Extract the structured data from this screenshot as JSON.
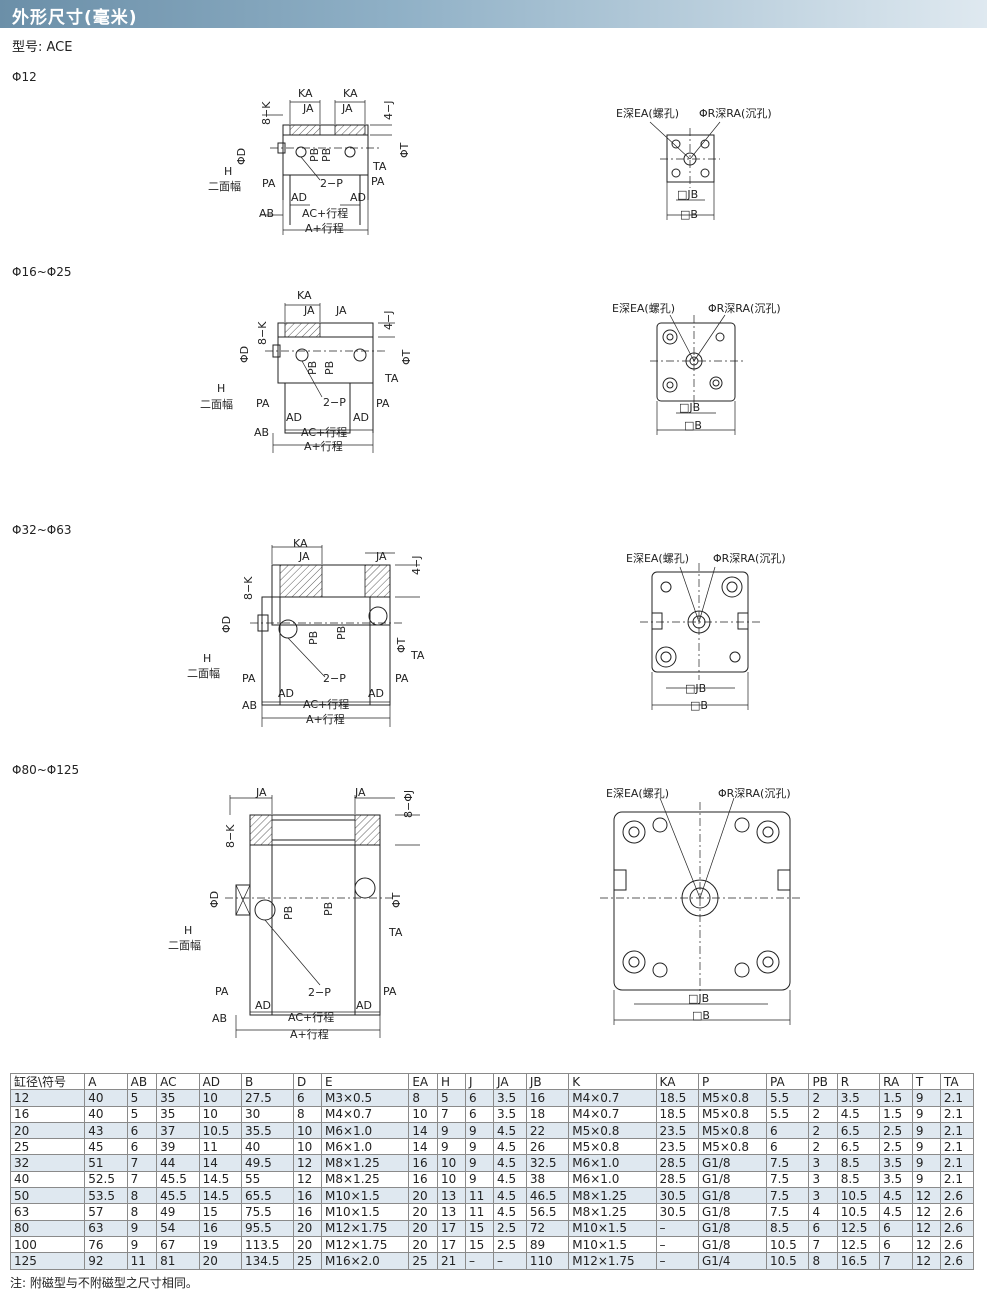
{
  "header": {
    "title": "外形尺寸(毫米)"
  },
  "model": {
    "text": "型号: ACE"
  },
  "sections": [
    {
      "label": "Φ12"
    },
    {
      "label": "Φ16~Φ25"
    },
    {
      "label": "Φ32~Φ63"
    },
    {
      "label": "Φ80~Φ125"
    }
  ],
  "labels": {
    "KA": "KA",
    "JA": "JA",
    "K": "8−K",
    "J": "4−J",
    "J8": "8−ΦJ",
    "D": "ΦD",
    "T": "ΦT",
    "PB": "PB",
    "TA": "TA",
    "H": "H",
    "face": "二面幅",
    "PA": "PA",
    "P": "2−P",
    "AD": "AD",
    "AB": "AB",
    "AC": "AC+行程",
    "A": "A+行程",
    "EA": "E深EA(螺孔)",
    "RA": "ΦR深RA(沉孔)",
    "JB": "□JB",
    "B": "□B"
  },
  "table": {
    "headers": [
      "缸径\\符号",
      "A",
      "AB",
      "AC",
      "AD",
      "B",
      "D",
      "E",
      "EA",
      "H",
      "J",
      "JA",
      "JB",
      "K",
      "KA",
      "P",
      "PA",
      "PB",
      "R",
      "RA",
      "T",
      "TA"
    ],
    "rows": [
      [
        "12",
        "40",
        "5",
        "35",
        "10",
        "27.5",
        "6",
        "M3×0.5",
        "8",
        "5",
        "6",
        "3.5",
        "16",
        "M4×0.7",
        "18.5",
        "M5×0.8",
        "5.5",
        "2",
        "3.5",
        "1.5",
        "9",
        "2.1"
      ],
      [
        "16",
        "40",
        "5",
        "35",
        "10",
        "30",
        "8",
        "M4×0.7",
        "10",
        "7",
        "6",
        "3.5",
        "18",
        "M4×0.7",
        "18.5",
        "M5×0.8",
        "5.5",
        "2",
        "4.5",
        "1.5",
        "9",
        "2.1"
      ],
      [
        "20",
        "43",
        "6",
        "37",
        "10.5",
        "35.5",
        "10",
        "M6×1.0",
        "14",
        "9",
        "9",
        "4.5",
        "22",
        "M5×0.8",
        "23.5",
        "M5×0.8",
        "6",
        "2",
        "6.5",
        "2.5",
        "9",
        "2.1"
      ],
      [
        "25",
        "45",
        "6",
        "39",
        "11",
        "40",
        "10",
        "M6×1.0",
        "14",
        "9",
        "9",
        "4.5",
        "26",
        "M5×0.8",
        "23.5",
        "M5×0.8",
        "6",
        "2",
        "6.5",
        "2.5",
        "9",
        "2.1"
      ],
      [
        "32",
        "51",
        "7",
        "44",
        "14",
        "49.5",
        "12",
        "M8×1.25",
        "16",
        "10",
        "9",
        "4.5",
        "32.5",
        "M6×1.0",
        "28.5",
        "G1/8",
        "7.5",
        "3",
        "8.5",
        "3.5",
        "9",
        "2.1"
      ],
      [
        "40",
        "52.5",
        "7",
        "45.5",
        "14.5",
        "55",
        "12",
        "M8×1.25",
        "16",
        "10",
        "9",
        "4.5",
        "38",
        "M6×1.0",
        "28.5",
        "G1/8",
        "7.5",
        "3",
        "8.5",
        "3.5",
        "9",
        "2.1"
      ],
      [
        "50",
        "53.5",
        "8",
        "45.5",
        "14.5",
        "65.5",
        "16",
        "M10×1.5",
        "20",
        "13",
        "11",
        "4.5",
        "46.5",
        "M8×1.25",
        "30.5",
        "G1/8",
        "7.5",
        "3",
        "10.5",
        "4.5",
        "12",
        "2.6"
      ],
      [
        "63",
        "57",
        "8",
        "49",
        "15",
        "75.5",
        "16",
        "M10×1.5",
        "20",
        "13",
        "11",
        "4.5",
        "56.5",
        "M8×1.25",
        "30.5",
        "G1/8",
        "7.5",
        "4",
        "10.5",
        "4.5",
        "12",
        "2.6"
      ],
      [
        "80",
        "63",
        "9",
        "54",
        "16",
        "95.5",
        "20",
        "M12×1.75",
        "20",
        "17",
        "15",
        "2.5",
        "72",
        "M10×1.5",
        "–",
        "G1/8",
        "8.5",
        "6",
        "12.5",
        "6",
        "12",
        "2.6"
      ],
      [
        "100",
        "76",
        "9",
        "67",
        "19",
        "113.5",
        "20",
        "M12×1.75",
        "20",
        "17",
        "15",
        "2.5",
        "89",
        "M10×1.5",
        "–",
        "G1/8",
        "10.5",
        "7",
        "12.5",
        "6",
        "12",
        "2.6"
      ],
      [
        "125",
        "92",
        "11",
        "81",
        "20",
        "134.5",
        "25",
        "M16×2.0",
        "25",
        "21",
        "–",
        "–",
        "110",
        "M12×1.75",
        "–",
        "G1/4",
        "10.5",
        "8",
        "16.5",
        "7",
        "12",
        "2.6"
      ]
    ]
  },
  "note": "注: 附磁型与不附磁型之尺寸相同。"
}
